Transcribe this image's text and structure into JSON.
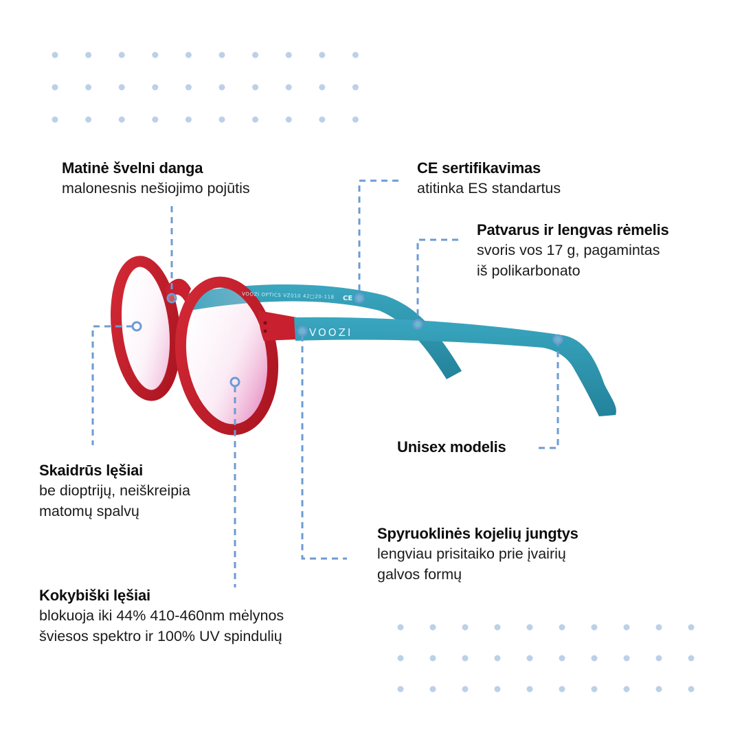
{
  "colors": {
    "accent": "#6c9bd2",
    "dot": "#bcd0e8",
    "frame_red": "#c8202e",
    "temple_teal": "#2e95ad",
    "lens_tint": "#d9469a",
    "text": "#111111"
  },
  "product": {
    "brand_mark": "VOOZI",
    "temple_print": "VOOZI OPTICS VZ010 42□20-118",
    "ce_mark": "CE"
  },
  "features": [
    {
      "id": "matte",
      "title": "Matinė švelni danga",
      "desc": [
        "malonesnis nešiojimo pojūtis"
      ]
    },
    {
      "id": "ce",
      "title": "CE sertifikavimas",
      "desc": [
        "atitinka ES standartus"
      ]
    },
    {
      "id": "frame",
      "title": "Patvarus ir lengvas rėmelis",
      "desc": [
        "svoris vos  17 g, pagamintas",
        "iš polikarbonato"
      ]
    },
    {
      "id": "unisex",
      "title": "Unisex  modelis",
      "desc": []
    },
    {
      "id": "clear",
      "title": "Skaidrūs lęšiai",
      "desc": [
        "be dioptrijų, neiškreipia",
        "matomų spalvų"
      ]
    },
    {
      "id": "hinges",
      "title": "Spyruoklinės kojelių jungtys",
      "desc": [
        "lengviau prisitaiko prie įvairių",
        "galvos formų"
      ]
    },
    {
      "id": "quality",
      "title": "Kokybiški lęšiai",
      "desc": [
        "blokuoja iki 44% 410-460nm mėlynos",
        "šviesos spektro ir 100% UV spindulių"
      ]
    }
  ]
}
